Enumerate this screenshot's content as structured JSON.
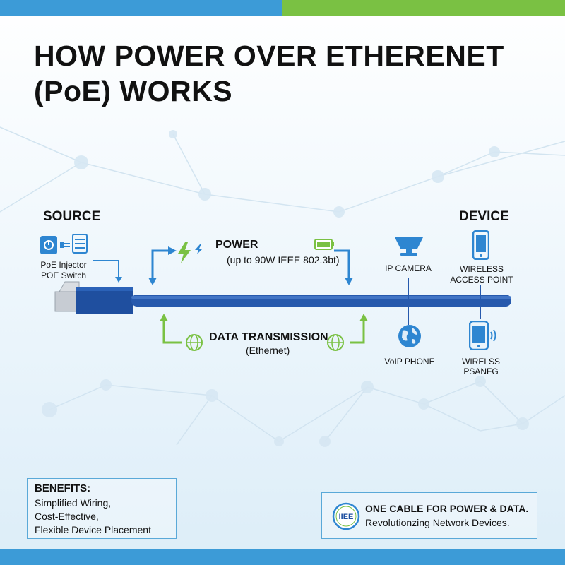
{
  "title": {
    "line1": "HOW POWER OVER ETHERENET",
    "line2": "(PoE) WORKS"
  },
  "source": {
    "heading": "SOURCE",
    "injector_label": "PoE Injector",
    "switch_label": "POE Switch"
  },
  "device": {
    "heading": "DEVICE"
  },
  "power": {
    "title": "POWER",
    "subtitle": "(up to 90W IEEE 802.3bt)"
  },
  "data": {
    "title": "DATA TRANSMISSION",
    "subtitle": "(Ethernet)"
  },
  "devices": {
    "ip_camera": "IP CAMERA",
    "access_point_line1": "WIRELESS",
    "access_point_line2": "ACCESS POINT",
    "voip_phone": "VoIP PHONE",
    "wireless_line1": "WIRELSS",
    "wireless_line2": "PSANFG"
  },
  "benefits": {
    "title": "BENEFITS:",
    "items": [
      "Simplified Wiring,",
      "Cost-Effective,",
      "Flexible Device Placement"
    ]
  },
  "slogan": {
    "badge": "IIEE",
    "line1": "ONE CABLE FOR POWER & DATA.",
    "line2": "Revolutionzing Network Devices."
  },
  "colors": {
    "brand_blue": "#3c9bd7",
    "brand_green": "#7ac143",
    "cable_blue": "#1e4fa0",
    "text": "#111111"
  },
  "icons": [
    "power-supply-icon",
    "server-icon",
    "lightning-icon",
    "battery-icon",
    "globe-icon",
    "camera-icon",
    "smartphone-icon",
    "wireless-phone-icon"
  ]
}
